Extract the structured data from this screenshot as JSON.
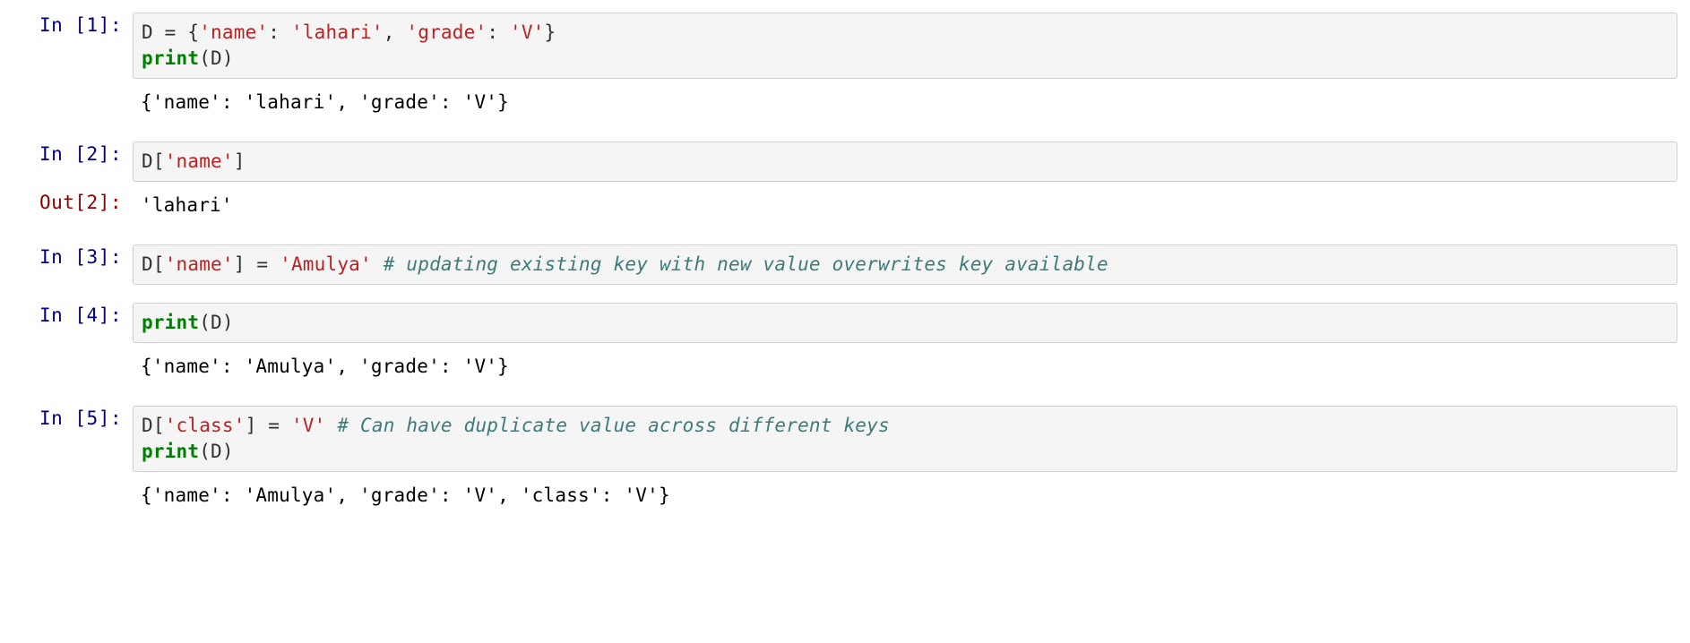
{
  "notebook": {
    "kernel_language": "python",
    "colors": {
      "input_prompt": "#000080",
      "output_prompt": "#8b0000",
      "string_literal": "#ba2121",
      "builtin_function": "#008000",
      "comment": "#3d7b7b",
      "cell_background": "#f5f5f5",
      "cell_border": "#cfcfcf",
      "page_background": "#ffffff"
    },
    "cells": [
      {
        "prompt": "In [1]:",
        "type": "code",
        "source_lines": [
          {
            "tokens": [
              {
                "text": "D = {",
                "kind": "plain"
              },
              {
                "text": "'name'",
                "kind": "string"
              },
              {
                "text": ": ",
                "kind": "plain"
              },
              {
                "text": "'lahari'",
                "kind": "string"
              },
              {
                "text": ", ",
                "kind": "plain"
              },
              {
                "text": "'grade'",
                "kind": "string"
              },
              {
                "text": ": ",
                "kind": "plain"
              },
              {
                "text": "'V'",
                "kind": "string"
              },
              {
                "text": "}",
                "kind": "plain"
              }
            ]
          },
          {
            "tokens": [
              {
                "text": "print",
                "kind": "builtin"
              },
              {
                "text": "(D)",
                "kind": "plain"
              }
            ]
          }
        ],
        "output": {
          "prompt": "",
          "lines": [
            "{'name': 'lahari', 'grade': 'V'}"
          ]
        }
      },
      {
        "prompt": "In [2]:",
        "type": "code",
        "source_lines": [
          {
            "tokens": [
              {
                "text": "D[",
                "kind": "plain"
              },
              {
                "text": "'name'",
                "kind": "string"
              },
              {
                "text": "]",
                "kind": "plain"
              }
            ]
          }
        ],
        "output": {
          "prompt": "Out[2]:",
          "lines": [
            "'lahari'"
          ]
        }
      },
      {
        "prompt": "In [3]:",
        "type": "code",
        "source_lines": [
          {
            "tokens": [
              {
                "text": "D[",
                "kind": "plain"
              },
              {
                "text": "'name'",
                "kind": "string"
              },
              {
                "text": "] = ",
                "kind": "plain"
              },
              {
                "text": "'Amulya'",
                "kind": "string"
              },
              {
                "text": " ",
                "kind": "plain"
              },
              {
                "text": "# updating existing key with new value overwrites key available",
                "kind": "comment"
              }
            ]
          }
        ],
        "output": null
      },
      {
        "prompt": "In [4]:",
        "type": "code",
        "source_lines": [
          {
            "tokens": [
              {
                "text": "print",
                "kind": "builtin"
              },
              {
                "text": "(D)",
                "kind": "plain"
              }
            ]
          }
        ],
        "output": {
          "prompt": "",
          "lines": [
            "{'name': 'Amulya', 'grade': 'V'}"
          ]
        }
      },
      {
        "prompt": "In [5]:",
        "type": "code",
        "source_lines": [
          {
            "tokens": [
              {
                "text": "D[",
                "kind": "plain"
              },
              {
                "text": "'class'",
                "kind": "string"
              },
              {
                "text": "] = ",
                "kind": "plain"
              },
              {
                "text": "'V'",
                "kind": "string"
              },
              {
                "text": " ",
                "kind": "plain"
              },
              {
                "text": "# Can have duplicate value across different keys",
                "kind": "comment"
              }
            ]
          },
          {
            "tokens": [
              {
                "text": "print",
                "kind": "builtin"
              },
              {
                "text": "(D)",
                "kind": "plain"
              }
            ]
          }
        ],
        "output": {
          "prompt": "",
          "lines": [
            "{'name': 'Amulya', 'grade': 'V', 'class': 'V'}"
          ]
        }
      }
    ]
  }
}
